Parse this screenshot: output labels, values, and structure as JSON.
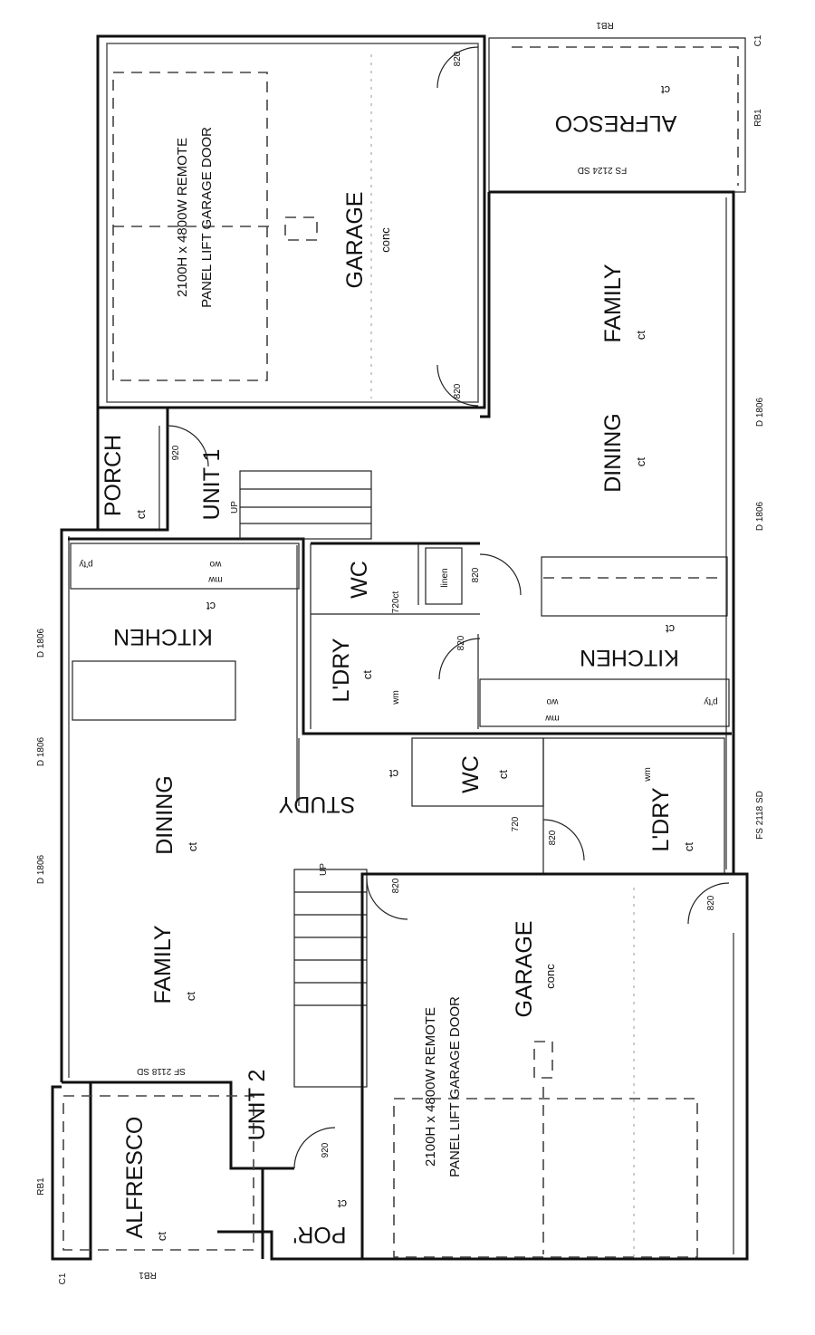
{
  "unit1": {
    "unit_label": "UNIT 1",
    "garage": {
      "name": "GARAGE",
      "finish": "conc",
      "door_line1": "2100H x 4800W REMOTE",
      "door_line2": "PANEL LIFT GARAGE DOOR",
      "door_a": "820",
      "door_b": "820"
    },
    "alfresco": {
      "name": "ALFRESCO",
      "finish": "ct",
      "door": "FS 2124 SD",
      "rb_top": "RB1",
      "rb_side": "RB1",
      "corner": "C1"
    },
    "family": {
      "name": "FAMILY",
      "finish": "ct"
    },
    "dining": {
      "name": "DINING",
      "finish": "ct",
      "window_a": "D 1806",
      "window_b": "D 1806"
    },
    "porch": {
      "name": "PORCH",
      "finish": "ct",
      "door": "920"
    },
    "stairs": {
      "up": "UP"
    },
    "wc": {
      "name": "WC",
      "door": "720ct"
    },
    "linen": {
      "name": "linen",
      "door": "820"
    },
    "laundry": {
      "name": "L'DRY",
      "finish": "ct",
      "wm": "wm",
      "door": "820"
    },
    "kitchen": {
      "name": "KITCHEN",
      "finish": "ct",
      "pantry": "p'ty",
      "mw": "mw",
      "wo": "wo"
    }
  },
  "unit2": {
    "unit_label": "UNIT 2",
    "kitchen": {
      "name": "KITCHEN",
      "finish": "ct",
      "pantry": "p'ty",
      "mw": "mw",
      "wo": "wo"
    },
    "windows": [
      "D 1806",
      "D 1806",
      "D 1806"
    ],
    "dining": {
      "name": "DINING",
      "finish": "ct"
    },
    "study": {
      "name": "STUDY",
      "finish": "ct"
    },
    "wc": {
      "name": "WC",
      "finish": "ct",
      "door": "720"
    },
    "laundry": {
      "name": "L'DRY",
      "finish": "ct",
      "wm": "wm",
      "door": "820",
      "window": "FS 2118 SD"
    },
    "family": {
      "name": "FAMILY",
      "finish": "ct",
      "door": "SF 2118 SD"
    },
    "stairs": {
      "up": "UP"
    },
    "alfresco": {
      "name": "ALFRESCO",
      "finish": "ct",
      "rb_side": "RB1",
      "rb_bottom": "RB1",
      "corner": "C1"
    },
    "porch": {
      "name": "POR'",
      "finish": "ct",
      "door": "920"
    },
    "garage": {
      "name": "GARAGE",
      "finish": "conc",
      "door_line1": "2100H x 4800W REMOTE",
      "door_line2": "PANEL LIFT GARAGE DOOR",
      "door_a": "820",
      "door_b": "820"
    }
  }
}
